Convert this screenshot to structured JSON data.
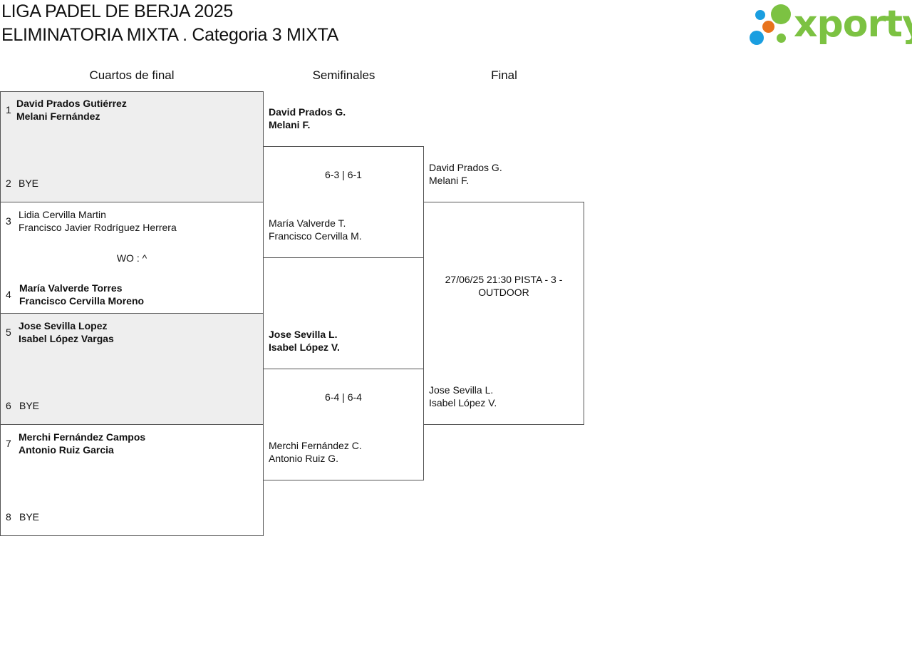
{
  "header": {
    "title_line1": "LIGA PADEL DE BERJA 2025",
    "title_line2": "ELIMINATORIA MIXTA . Categoria 3 MIXTA",
    "logo_text": "xporty"
  },
  "colors": {
    "logo_green": "#7cc242",
    "logo_orange": "#e8731c",
    "logo_blue": "#1a9ee0",
    "bye_shade": "#eeeeee"
  },
  "rounds": {
    "quarter": "Cuartos de final",
    "semi": "Semifinales",
    "final": "Final"
  },
  "quarterfinals": [
    {
      "top": {
        "seed": "1",
        "player1": "David Prados Gutiérrez",
        "player2": "Melani Fernández"
      },
      "bottom": {
        "seed": "2",
        "player1": "BYE",
        "player2": ""
      },
      "result": ""
    },
    {
      "top": {
        "seed": "3",
        "player1": "Lidia Cervilla Martin",
        "player2": "Francisco Javier Rodríguez Herrera"
      },
      "bottom": {
        "seed": "4",
        "player1": "María Valverde Torres",
        "player2": "Francisco Cervilla Moreno"
      },
      "result": "WO : ^"
    },
    {
      "top": {
        "seed": "5",
        "player1": "Jose Sevilla Lopez",
        "player2": "Isabel López Vargas"
      },
      "bottom": {
        "seed": "6",
        "player1": "BYE",
        "player2": ""
      },
      "result": ""
    },
    {
      "top": {
        "seed": "7",
        "player1": "Merchi Fernández Campos",
        "player2": "Antonio Ruiz Garcia"
      },
      "bottom": {
        "seed": "8",
        "player1": "BYE",
        "player2": ""
      },
      "result": ""
    }
  ],
  "semifinals": [
    {
      "top": {
        "player1": "David Prados G.",
        "player2": "Melani F."
      },
      "score": "6-3 | 6-1",
      "bottom": {
        "player1": "María Valverde T.",
        "player2": "Francisco Cervilla M."
      }
    },
    {
      "top": {
        "player1": "Jose Sevilla L.",
        "player2": "Isabel López V."
      },
      "score": "6-4 | 6-4",
      "bottom": {
        "player1": "Merchi Fernández C.",
        "player2": "Antonio Ruiz G."
      }
    }
  ],
  "final": {
    "top": {
      "player1": "David Prados G.",
      "player2": "Melani F."
    },
    "schedule": "27/06/25 21:30 PISTA - 3 - OUTDOOR",
    "bottom": {
      "player1": "Jose Sevilla L.",
      "player2": "Isabel López V."
    }
  }
}
